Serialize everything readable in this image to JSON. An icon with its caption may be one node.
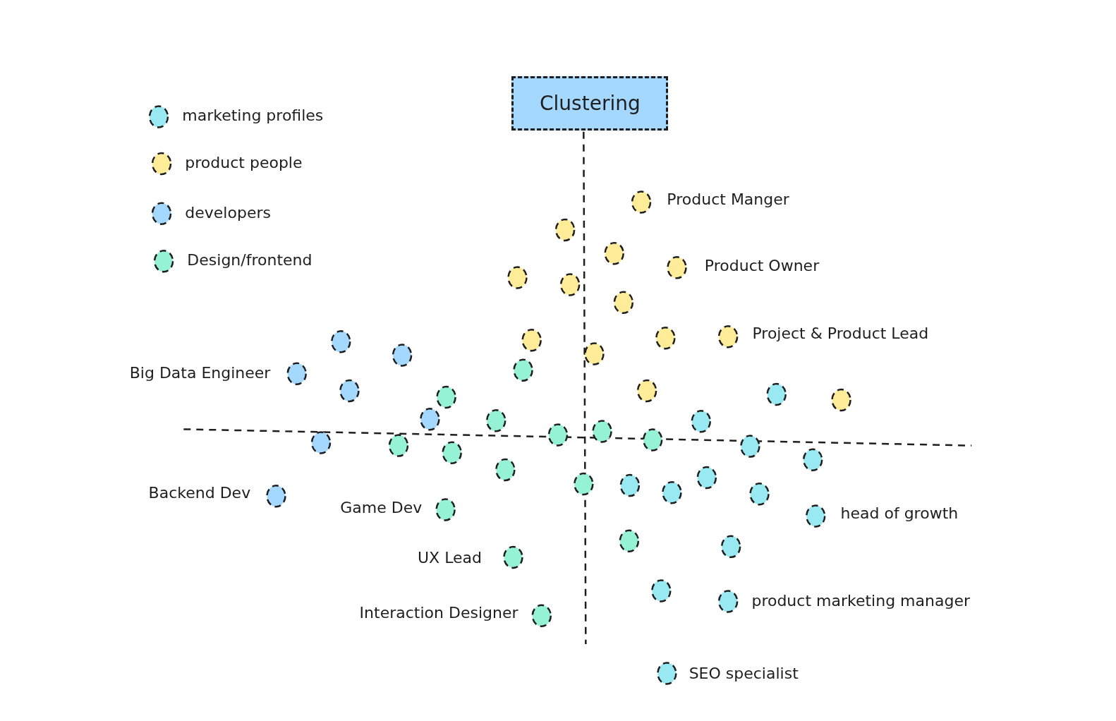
{
  "diagram": {
    "nodes": [
      {
        "text": [
          "Clustering"
        ]
      }
    ],
    "edges": [],
    "labels": [
      "Product Manger",
      "Product Owner",
      "Project & Product Lead",
      "Big Data Engineer",
      "Backend Dev",
      "Game Dev",
      "UX Lead",
      "Interaction Designer",
      "head of growth",
      "product marketing manager",
      "SEO specialist"
    ],
    "legend": [
      {
        "text": "marketing profiles",
        "color": "#99e9f2"
      },
      {
        "text": "product people",
        "color": "#ffec99"
      },
      {
        "text": "developers",
        "color": "#a5d8ff"
      },
      {
        "text": "Design/frontend",
        "color": "#96f2d7"
      }
    ]
  }
}
